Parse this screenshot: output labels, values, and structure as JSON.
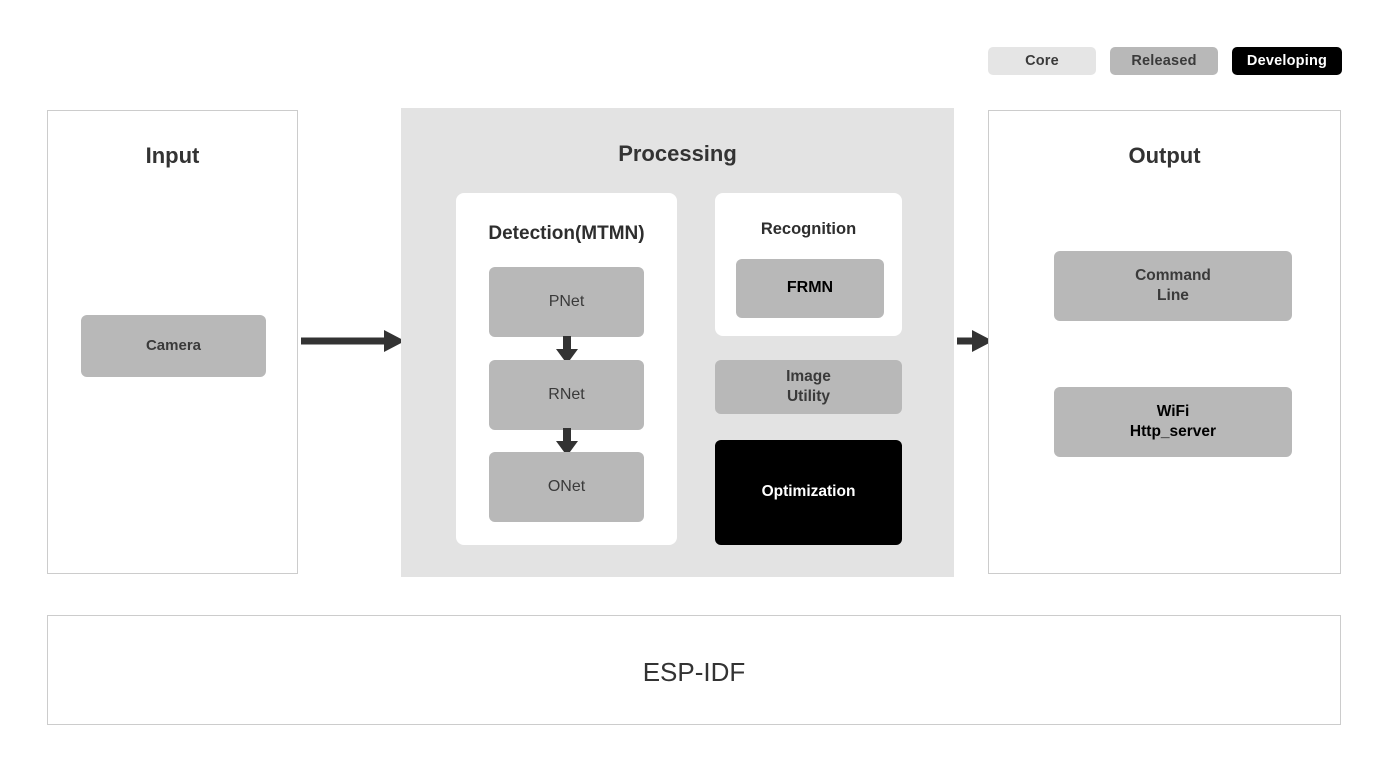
{
  "legend": {
    "items": [
      {
        "label": "Core",
        "color": "#e5e5e5",
        "text_color": "#3a3a3a"
      },
      {
        "label": "Released",
        "color": "#b8b8b8",
        "text_color": "#3a3a3a"
      },
      {
        "label": "Developing",
        "color": "#000000",
        "text_color": "#ffffff"
      }
    ]
  },
  "panels": {
    "input": {
      "title": "Input",
      "nodes": [
        {
          "label": "Camera",
          "status": "Released"
        }
      ]
    },
    "processing": {
      "title": "Processing",
      "detection": {
        "title": "Detection(MTMN)",
        "nodes": [
          {
            "label": "PNet",
            "status": "Released"
          },
          {
            "label": "RNet",
            "status": "Released"
          },
          {
            "label": "ONet",
            "status": "Released"
          }
        ]
      },
      "recognition": {
        "title": "Recognition",
        "nodes": [
          {
            "label": "FRMN",
            "status": "Released"
          }
        ]
      },
      "nodes": [
        {
          "label": "Image\nUtility",
          "status": "Released"
        },
        {
          "label": "Optimization",
          "status": "Developing"
        }
      ]
    },
    "output": {
      "title": "Output",
      "nodes": [
        {
          "label": "Command\nLine",
          "status": "Released"
        },
        {
          "label": "WiFi\nHttp_server",
          "status": "Released"
        }
      ]
    },
    "foundation": {
      "title": "ESP-IDF"
    }
  },
  "arrows": [
    {
      "name": "input-to-processing",
      "direction": "right"
    },
    {
      "name": "processing-to-output",
      "direction": "right"
    },
    {
      "name": "pnet-to-rnet",
      "direction": "down"
    },
    {
      "name": "rnet-to-onet",
      "direction": "down"
    }
  ],
  "colors": {
    "background": "#ffffff",
    "panel_border": "#cccccc",
    "processing_bg": "#e3e3e3",
    "core": "#e5e5e5",
    "released": "#b8b8b8",
    "developing": "#000000",
    "title_text": "#333333",
    "arrow": "#333333"
  }
}
